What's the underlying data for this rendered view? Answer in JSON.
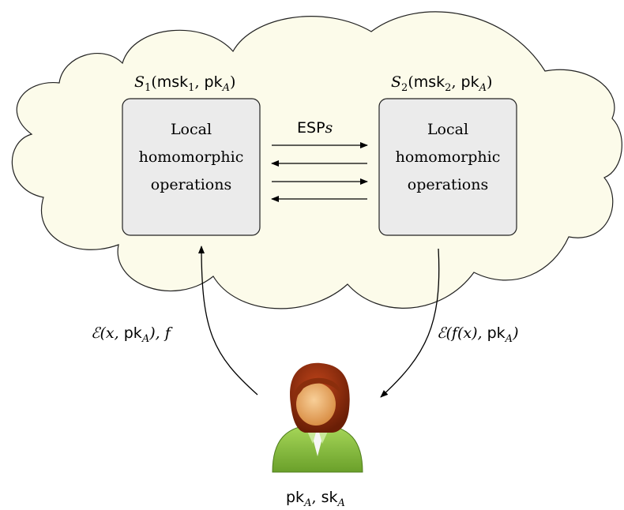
{
  "server1": {
    "label_main": "S",
    "label_sub": "1",
    "label_open": "(",
    "label_key": "msk",
    "label_key_sub": "1",
    "label_comma": ", ",
    "label_pk": "pk",
    "label_pk_sub": "A",
    "label_close": ")",
    "box_lines": [
      "Local",
      "homomorphic",
      "operations"
    ]
  },
  "server2": {
    "label_main": "S",
    "label_sub": "2",
    "label_open": "(",
    "label_key": "msk",
    "label_key_sub": "2",
    "label_comma": ", ",
    "label_pk": "pk",
    "label_pk_sub": "A",
    "label_close": ")",
    "box_lines": [
      "Local",
      "homomorphic",
      "operations"
    ]
  },
  "protocol": {
    "label_main": "ESP",
    "label_var": "s"
  },
  "input_edge": {
    "script": "ℰ",
    "open": "(x, ",
    "pk": "pk",
    "pk_sub": "A",
    "close": "), f"
  },
  "output_edge": {
    "script": "ℰ",
    "open": "(f(x), ",
    "pk": "pk",
    "pk_sub": "A",
    "close": ")"
  },
  "user": {
    "pk": "pk",
    "pk_sub": "A",
    "comma": ", ",
    "sk": "sk",
    "sk_sub": "A",
    "icon": "user-icon"
  },
  "colors": {
    "cloud_fill": "#fcfbea",
    "box_fill": "#ebebeb",
    "hair": "#8a2e0c",
    "face": "#f0b070",
    "shirt": "#8cc63e"
  }
}
